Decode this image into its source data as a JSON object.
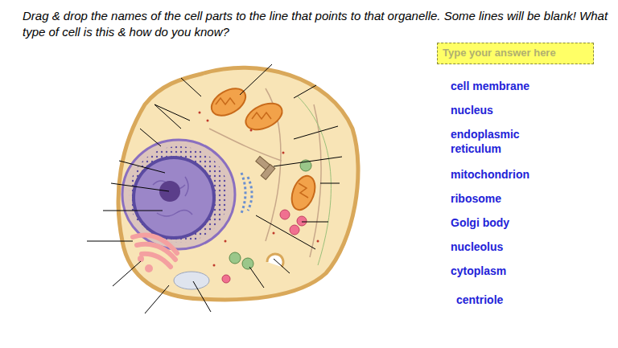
{
  "diagram": {
    "title": "Drag & drop the names of the cell parts to the line that points to that organelle. Some lines will be blank!  What type of cell is this & how do you know?",
    "nodes": [
      {
        "text": [
          "Type your answer here"
        ]
      }
    ],
    "edges": [],
    "labels": [
      "cell membrane",
      "nucleus",
      "endoplasmic reticulum",
      "mitochondrion",
      "ribosome",
      "Golgi body",
      "nucleolus",
      "cytoplasm",
      "centriole"
    ]
  }
}
